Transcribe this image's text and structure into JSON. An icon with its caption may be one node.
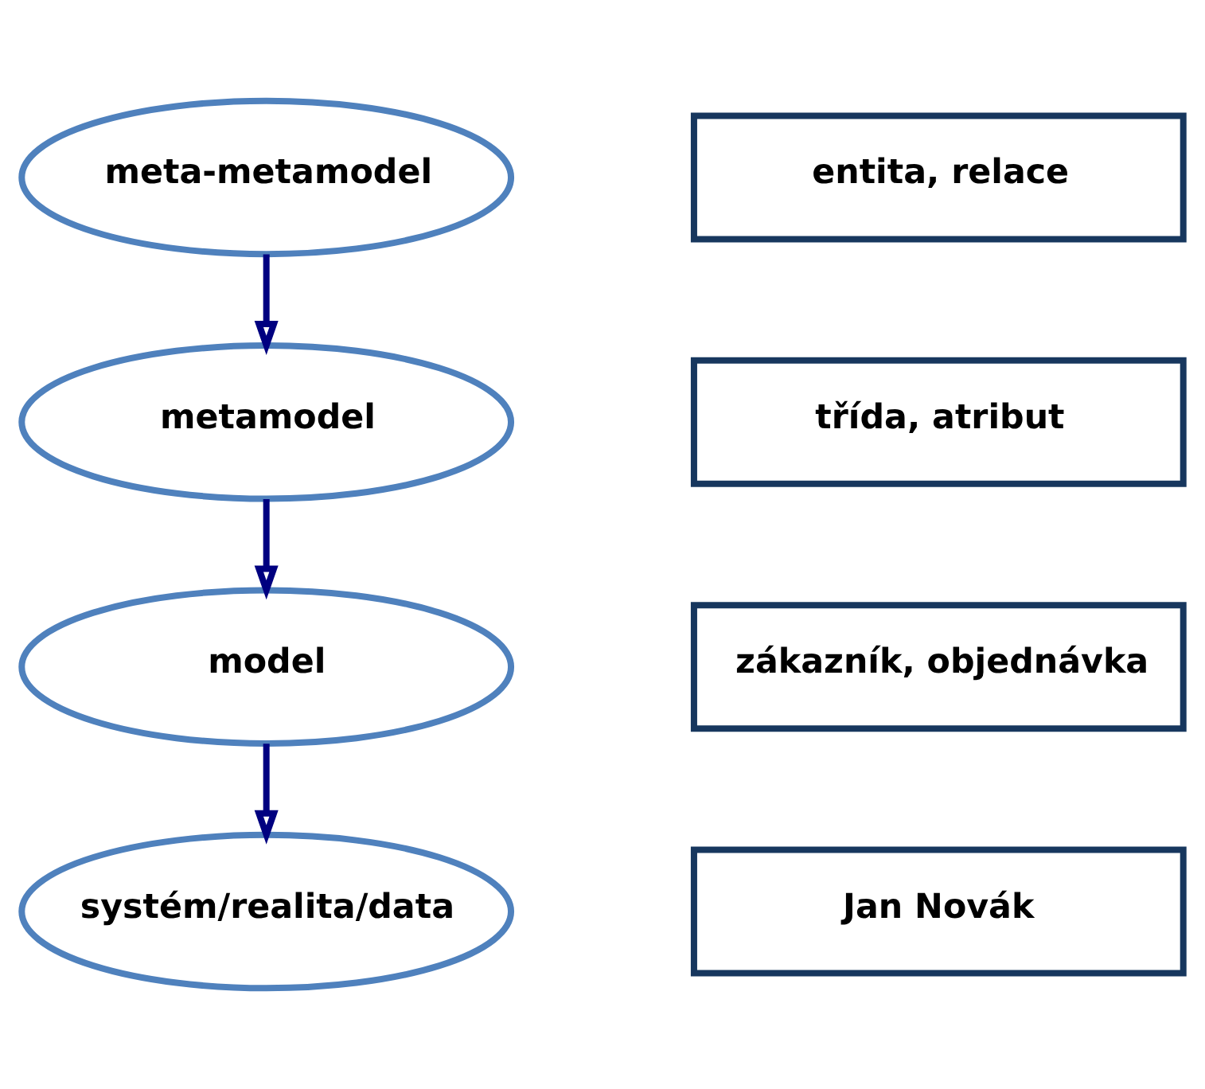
{
  "diagram": {
    "nodes": [
      {
        "text": [
          "meta-metamodel"
        ]
      },
      {
        "text": [
          "entita, relace"
        ]
      },
      {
        "text": [
          "metamodel"
        ]
      },
      {
        "text": [
          "třída, atribut"
        ]
      },
      {
        "text": [
          "model"
        ]
      },
      {
        "text": [
          "zákazník, objednávka"
        ]
      },
      {
        "text": [
          "systém/realita/data"
        ]
      },
      {
        "text": [
          "Jan Novák"
        ]
      }
    ],
    "edges": [
      {
        "from": 0,
        "to": 2,
        "arrow": "to"
      },
      {
        "from": 2,
        "to": 4,
        "arrow": "to"
      },
      {
        "from": 4,
        "to": 6,
        "arrow": "to"
      }
    ]
  }
}
